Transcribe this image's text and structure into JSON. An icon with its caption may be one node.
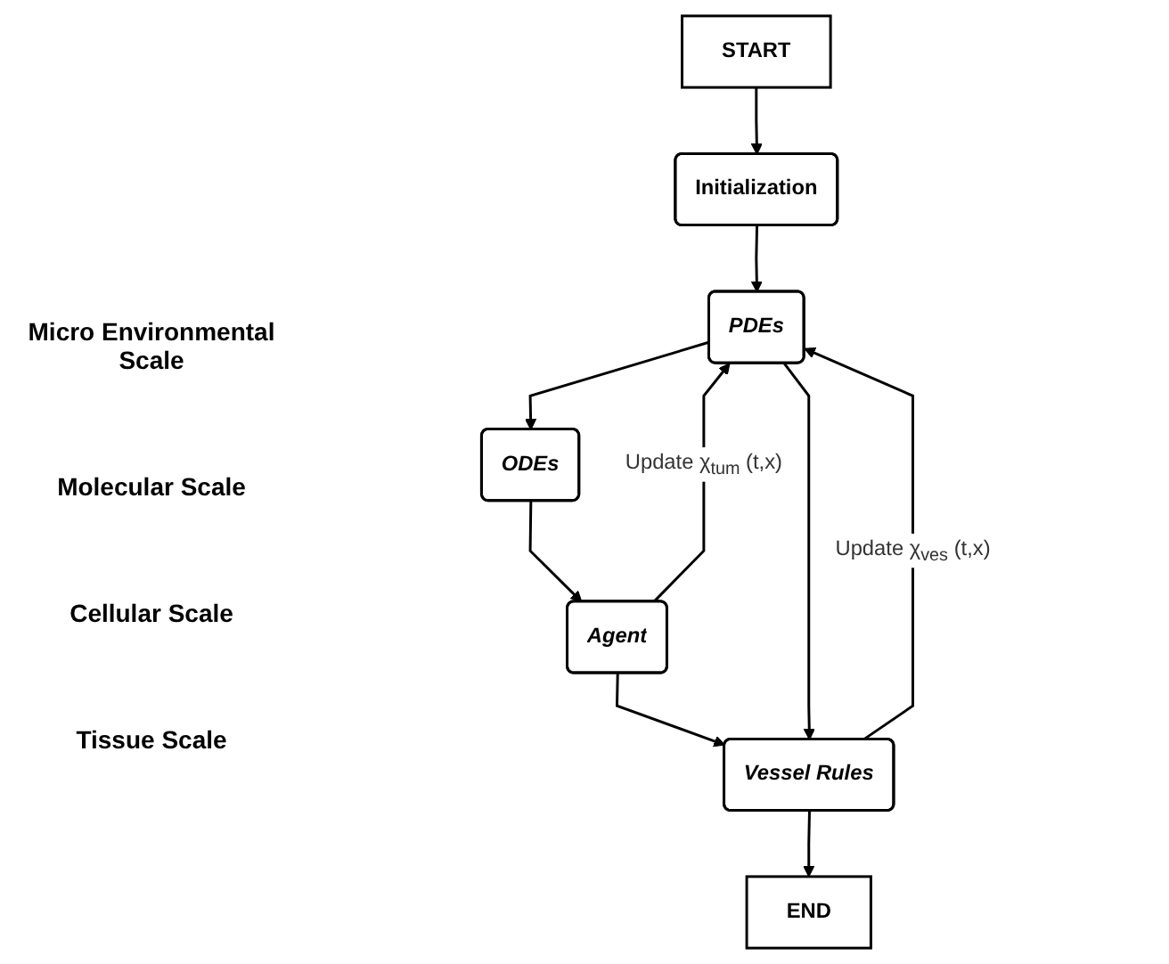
{
  "diagram": {
    "nodes": [
      {
        "text": [
          "START"
        ]
      },
      {
        "text": [
          "Initialization"
        ]
      },
      {
        "text": [
          "PDEs"
        ]
      },
      {
        "text": [
          "ODEs"
        ]
      },
      {
        "text": [
          "Agent"
        ]
      },
      {
        "text": [
          "Vessel Rules"
        ]
      },
      {
        "text": [
          "END"
        ]
      }
    ],
    "edges": [
      {
        "from": 0,
        "to": 1,
        "arrow": "to"
      },
      {
        "from": 1,
        "to": 2,
        "arrow": "to"
      },
      {
        "from": 2,
        "to": 3,
        "arrow": "to"
      },
      {
        "from": 3,
        "to": 4,
        "arrow": "to"
      },
      {
        "from": 4,
        "to": 5,
        "arrow": "to"
      },
      {
        "from": 5,
        "to": 6,
        "arrow": "to"
      },
      {
        "from": 2,
        "to": 5,
        "arrow": "to"
      },
      {
        "from": 4,
        "to": 2,
        "arrow": "to",
        "label": "Update χ$_{tum}$ (t,x)"
      },
      {
        "from": 5,
        "to": 2,
        "arrow": "to",
        "label": "Update χ$_{ves}$ (t,x)"
      }
    ],
    "labels": [
      "Micro Environmental Scale",
      "Molecular Scale",
      "Cellular Scale",
      "Tissue Scale"
    ]
  }
}
